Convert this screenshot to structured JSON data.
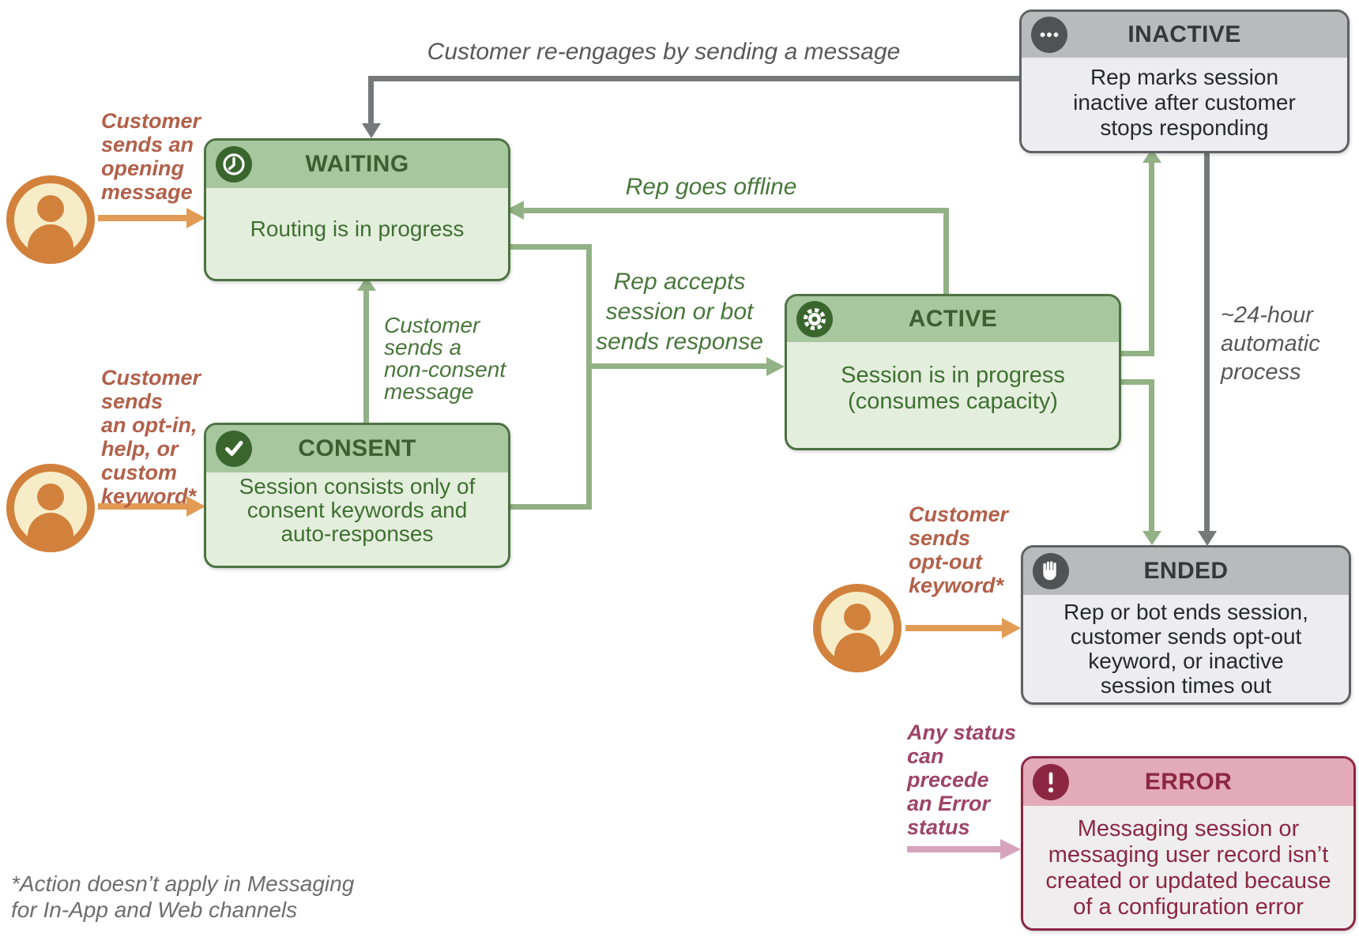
{
  "states": {
    "waiting": {
      "title": "WAITING",
      "icon": "clock",
      "body": "Routing is in progress"
    },
    "consent": {
      "title": "CONSENT",
      "icon": "check",
      "body": "Session consists only of\nconsent keywords and\nauto-responses"
    },
    "active": {
      "title": "ACTIVE",
      "icon": "gear",
      "body": "Session is in progress\n(consumes capacity)"
    },
    "inactive": {
      "title": "INACTIVE",
      "icon": "ellipsis",
      "body": "Rep marks session\ninactive after customer\nstops responding"
    },
    "ended": {
      "title": "ENDED",
      "icon": "hand",
      "body": "Rep or bot ends session,\ncustomer sends opt-out\nkeyword, or inactive\nsession times out"
    },
    "error": {
      "title": "ERROR",
      "icon": "exclamation",
      "body": "Messaging session or\nmessaging user record isn’t\ncreated or updated because\nof a configuration error"
    }
  },
  "edge_labels": {
    "customer_opening": "Customer\nsends an\nopening\nmessage",
    "customer_opt_in": "Customer\nsends\nan opt-in,\nhelp, or\ncustom\nkeyword*",
    "customer_opt_out": "Customer\nsends\nopt-out\nkeyword*",
    "customer_non_consent": "Customer\nsends a\nnon-consent\nmessage",
    "rep_goes_offline": "Rep goes offline",
    "rep_accepts": "Rep accepts\nsession or bot\nsends response",
    "customer_re_engages": "Customer re-engages by sending a message",
    "auto_process": "~24-hour\nautomatic\nprocess",
    "any_status": "Any status\ncan\nprecede\nan Error\nstatus"
  },
  "footnote": "*Action doesn’t apply in Messaging\nfor In-App and Web channels",
  "colors": {
    "green_border": "#4c7341",
    "green_header": "#a7c79f",
    "green_body": "#e4eedd",
    "green_title": "#3b5e32",
    "green_text": "#3e7031",
    "green_icon_bg": "#3a662e",
    "gray_border": "#606164",
    "gray_header": "#b9babc",
    "gray_body": "#ededef",
    "gray_title": "#36373a",
    "gray_text": "#27282a",
    "gray_icon_bg": "#515254",
    "error_border": "#8c2743",
    "error_header": "#e3aab9",
    "error_body": "#efedee",
    "error_title": "#8c2743",
    "error_text": "#8c2743",
    "error_icon_bg": "#8c2743",
    "arrow_green": "#92b285",
    "arrow_gray": "#77787a",
    "arrow_orange": "#e29b55",
    "arrow_pink": "#d6a3bd",
    "label_orange": "#b2604a",
    "label_green": "#48773b",
    "label_gray": "#58585a",
    "label_maroon": "#9e4467",
    "footnote_gray": "#6d6d6f",
    "person_ring": "#d2813c",
    "person_bg": "#f7ecc8"
  }
}
